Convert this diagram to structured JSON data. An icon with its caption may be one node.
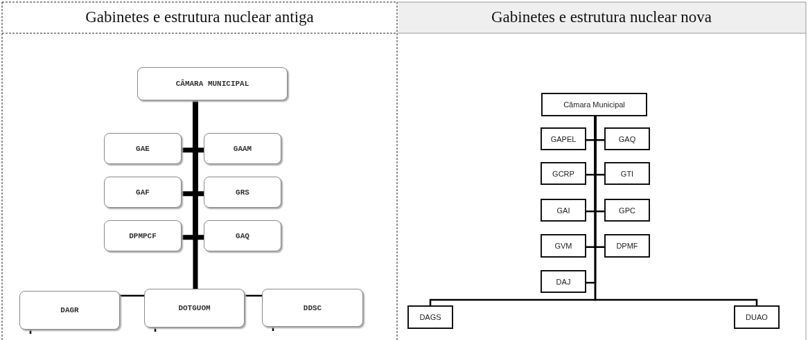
{
  "diagram": {
    "nodes": [
      {
        "text": [
          "CÂMARA MUNICIPAL"
        ]
      },
      {
        "text": [
          "GAE"
        ]
      },
      {
        "text": [
          "GAAM"
        ]
      },
      {
        "text": [
          "GAF"
        ]
      },
      {
        "text": [
          "GRS"
        ]
      },
      {
        "text": [
          "DPMPCF"
        ]
      },
      {
        "text": [
          "GAQ"
        ]
      },
      {
        "text": [
          "DAGR"
        ]
      },
      {
        "text": [
          "DOTGUOM"
        ]
      },
      {
        "text": [
          "DDSC"
        ]
      },
      {
        "text": [
          "Câmara Municipal"
        ]
      },
      {
        "text": [
          "GAPEL"
        ]
      },
      {
        "text": [
          "GAQ"
        ]
      },
      {
        "text": [
          "GCRP"
        ]
      },
      {
        "text": [
          "GTI"
        ]
      },
      {
        "text": [
          "GAI"
        ]
      },
      {
        "text": [
          "GPC"
        ]
      },
      {
        "text": [
          "GVM"
        ]
      },
      {
        "text": [
          "DPMF"
        ]
      },
      {
        "text": [
          "DAJ"
        ]
      },
      {
        "text": [
          "DAGS"
        ]
      },
      {
        "text": [
          "DUAO"
        ]
      }
    ],
    "edges": [
      {
        "from": 0,
        "to": 1,
        "arrow": "none",
        "style": "thick"
      },
      {
        "from": 0,
        "to": 2,
        "arrow": "none",
        "style": "thick"
      },
      {
        "from": 0,
        "to": 3,
        "arrow": "none",
        "style": "thick"
      },
      {
        "from": 0,
        "to": 4,
        "arrow": "none",
        "style": "thick"
      },
      {
        "from": 0,
        "to": 5,
        "arrow": "none",
        "style": "thick"
      },
      {
        "from": 0,
        "to": 6,
        "arrow": "none",
        "style": "thick"
      },
      {
        "from": 0,
        "to": 8,
        "arrow": "none",
        "style": "thick"
      },
      {
        "from": 8,
        "to": 7,
        "arrow": "none"
      },
      {
        "from": 8,
        "to": 9,
        "arrow": "none"
      },
      {
        "from": 7,
        "to": null,
        "arrow": "none"
      },
      {
        "from": 8,
        "to": null,
        "arrow": "none"
      },
      {
        "from": 9,
        "to": null,
        "arrow": "none"
      },
      {
        "from": 10,
        "to": 11,
        "arrow": "none"
      },
      {
        "from": 10,
        "to": 12,
        "arrow": "none"
      },
      {
        "from": 10,
        "to": 13,
        "arrow": "none"
      },
      {
        "from": 10,
        "to": 14,
        "arrow": "none"
      },
      {
        "from": 10,
        "to": 15,
        "arrow": "none"
      },
      {
        "from": 10,
        "to": 16,
        "arrow": "none"
      },
      {
        "from": 10,
        "to": 17,
        "arrow": "none"
      },
      {
        "from": 10,
        "to": 18,
        "arrow": "none"
      },
      {
        "from": 10,
        "to": 19,
        "arrow": "none"
      },
      {
        "from": 10,
        "to": 20,
        "arrow": "none"
      },
      {
        "from": 10,
        "to": 21,
        "arrow": "none"
      }
    ],
    "labels": [
      "Gabinetes e estrutura nuclear antiga",
      "Gabinetes e estrutura nuclear nova"
    ]
  }
}
